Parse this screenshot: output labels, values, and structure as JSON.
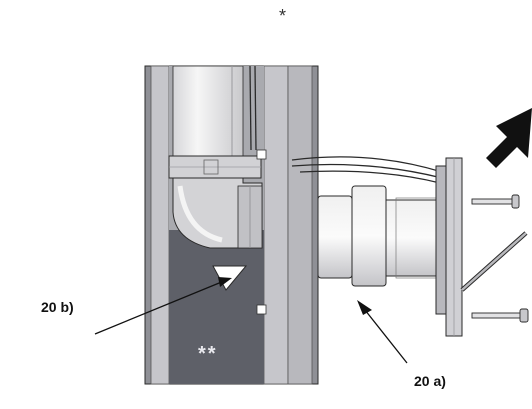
{
  "labels": {
    "top_marker": "*",
    "pipe_label_b": "20 b)",
    "pipe_label_a": "20 a)",
    "cavity_marker": "**"
  },
  "colors": {
    "wall_frame": "#8f9096",
    "wall_face": "#c6c6cb",
    "cavity_fill": "#5e6068",
    "pipe_light": "#eeeeee",
    "pipe_shade": "#b9b9bd",
    "outline": "#2a2a2a"
  },
  "icons": {
    "insert_direction_arrow": "bold-diagonal-arrow"
  }
}
